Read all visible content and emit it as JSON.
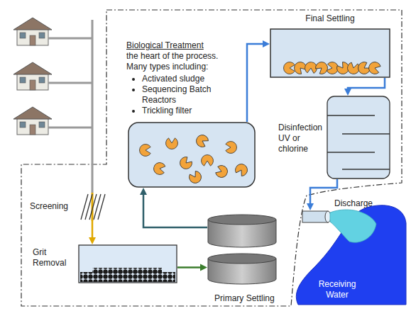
{
  "diagram": {
    "nodes": [
      {
        "text": [
          "Screening"
        ]
      },
      {
        "text": [
          "Grit Removal"
        ]
      },
      {
        "text": [
          "Primary Settling"
        ]
      },
      {
        "text": [
          "Biological Treatment",
          "the heart of the process. Many types including:",
          "Activated sludge",
          "Sequencing Batch Reactors",
          "Trickling filter"
        ]
      },
      {
        "text": [
          "Final Settling"
        ]
      },
      {
        "text": [
          "Disinfection UV or chlorine"
        ]
      },
      {
        "text": [
          "Discharge"
        ]
      },
      {
        "text": [
          "Receiving Water"
        ]
      }
    ],
    "edges": [
      {
        "from": 0,
        "to": 1,
        "arrow": "to"
      },
      {
        "from": 1,
        "to": 2,
        "arrow": "to"
      },
      {
        "from": 2,
        "to": 3,
        "arrow": "to"
      },
      {
        "from": 3,
        "to": 4,
        "arrow": "to"
      },
      {
        "from": 4,
        "to": 5,
        "arrow": "to"
      },
      {
        "from": 5,
        "to": 6,
        "arrow": "to"
      }
    ]
  }
}
